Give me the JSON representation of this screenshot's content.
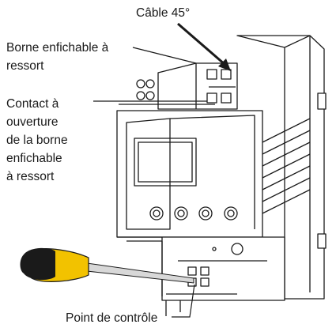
{
  "labels": {
    "cable": "Câble 45°",
    "borne_line1": "Borne enfichable à",
    "borne_line2": "ressort",
    "contact": "Contact à\nouverture\nde la borne\nenfichable\nà ressort",
    "point": "Point de contrôle"
  },
  "colors": {
    "line": "#1a1a1a",
    "device_fill": "#ffffff",
    "screwdriver_handle": "#f2c200",
    "screwdriver_grip": "#1a1a1a",
    "screwdriver_shaft": "#d8d8d8"
  },
  "icons": {
    "screwdriver": "screwdriver-icon"
  }
}
